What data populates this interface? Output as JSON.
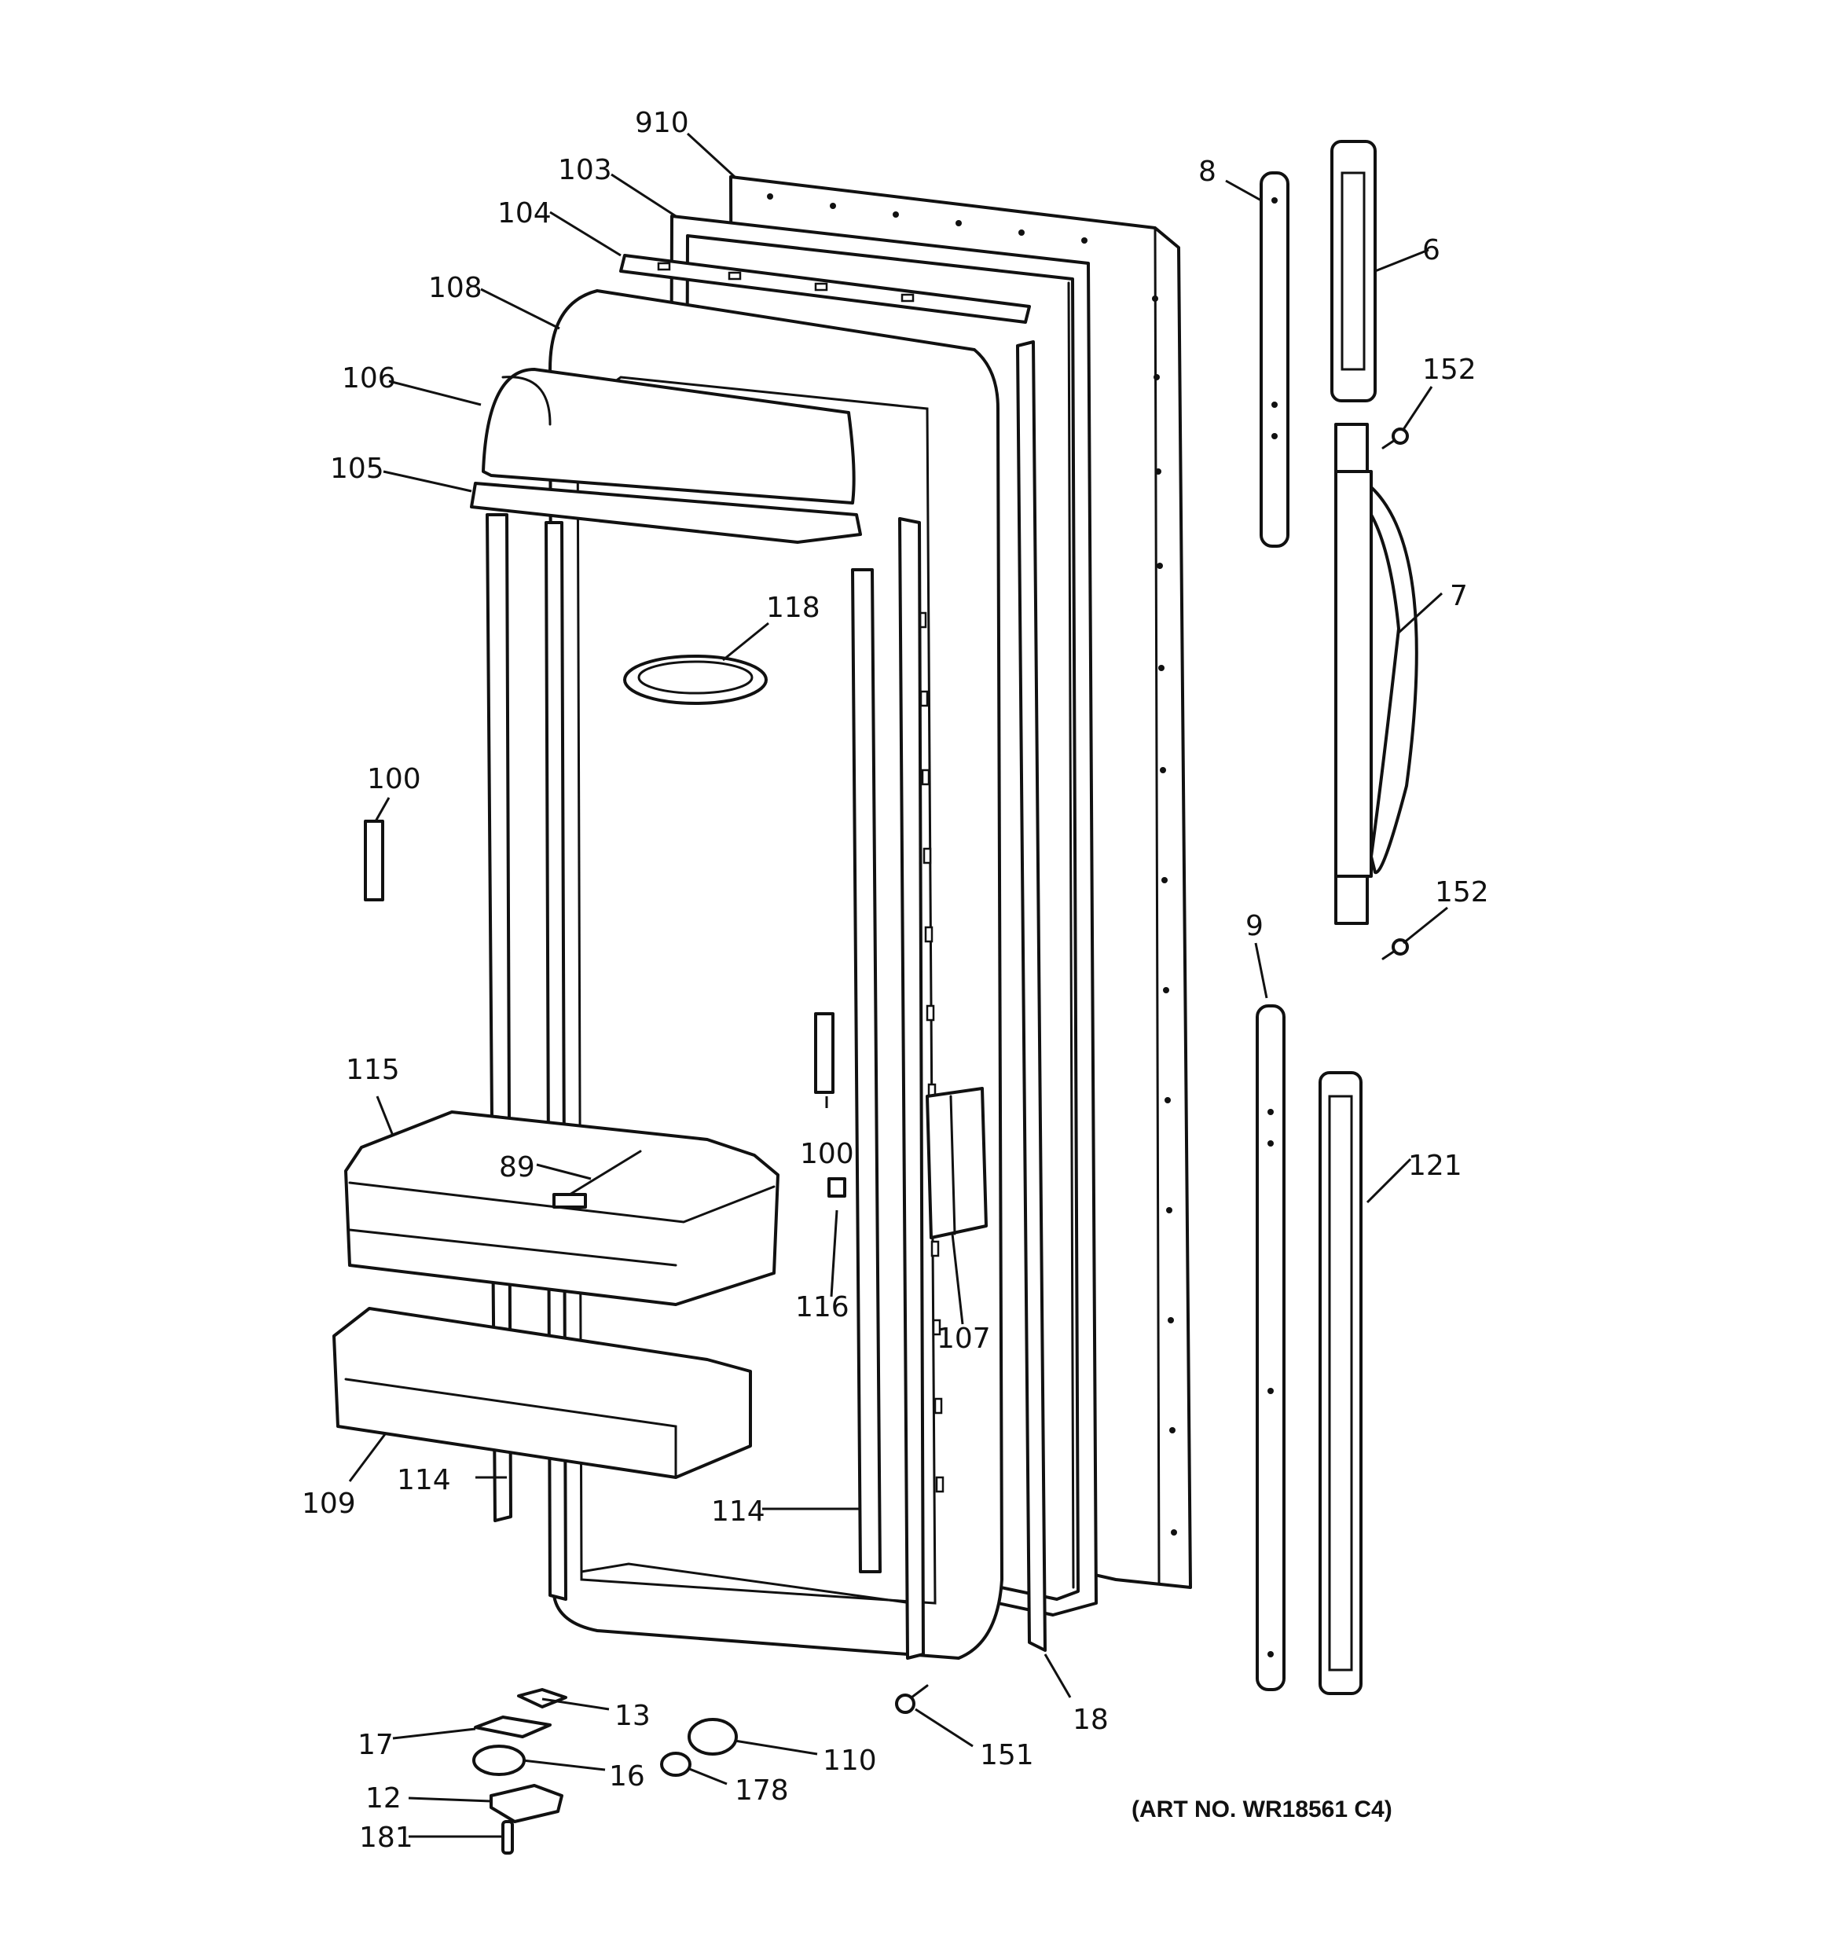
{
  "diagram": {
    "callouts": [
      {
        "id": "910",
        "text": "910"
      },
      {
        "id": "103",
        "text": "103"
      },
      {
        "id": "104",
        "text": "104"
      },
      {
        "id": "108",
        "text": "108"
      },
      {
        "id": "106",
        "text": "106"
      },
      {
        "id": "105",
        "text": "105"
      },
      {
        "id": "118",
        "text": "118"
      },
      {
        "id": "100a",
        "text": "100"
      },
      {
        "id": "100b",
        "text": "100"
      },
      {
        "id": "115",
        "text": "115"
      },
      {
        "id": "89",
        "text": "89"
      },
      {
        "id": "116",
        "text": "116"
      },
      {
        "id": "107",
        "text": "107"
      },
      {
        "id": "109",
        "text": "109"
      },
      {
        "id": "114a",
        "text": "114"
      },
      {
        "id": "114b",
        "text": "114"
      },
      {
        "id": "8",
        "text": "8"
      },
      {
        "id": "6",
        "text": "6"
      },
      {
        "id": "152a",
        "text": "152"
      },
      {
        "id": "7",
        "text": "7"
      },
      {
        "id": "152b",
        "text": "152"
      },
      {
        "id": "9",
        "text": "9"
      },
      {
        "id": "121",
        "text": "121"
      },
      {
        "id": "18",
        "text": "18"
      },
      {
        "id": "151",
        "text": "151"
      },
      {
        "id": "13",
        "text": "13"
      },
      {
        "id": "17",
        "text": "17"
      },
      {
        "id": "16",
        "text": "16"
      },
      {
        "id": "12",
        "text": "12"
      },
      {
        "id": "181",
        "text": "181"
      },
      {
        "id": "110",
        "text": "110"
      },
      {
        "id": "178",
        "text": "178"
      }
    ],
    "art_number": "(ART NO. WR18561 C4)"
  }
}
